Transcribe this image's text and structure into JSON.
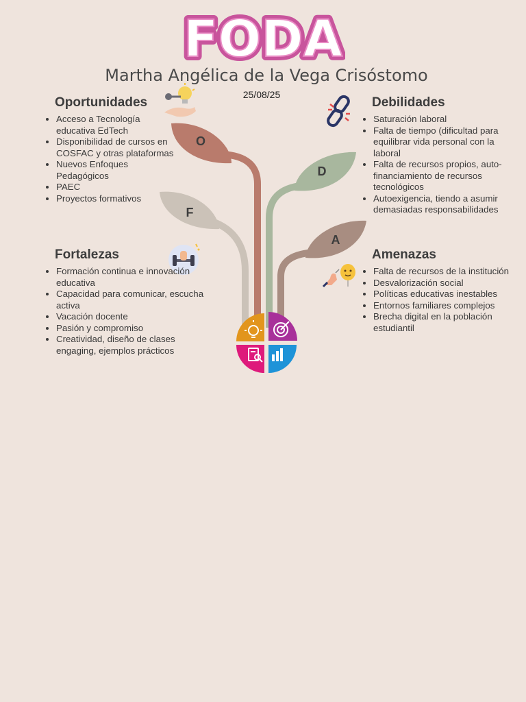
{
  "title": "FODA",
  "author": "Martha Angélica de la Vega Crisóstomo",
  "date": "25/08/25",
  "colors": {
    "background": "#efe4dd",
    "title_fill": "#ffffff",
    "title_outline": "#c8549c",
    "leaf_o": "#b97b6c",
    "leaf_d": "#a8b79e",
    "leaf_f": "#cbc2b8",
    "leaf_a": "#a88d81",
    "quad_orange": "#e2951d",
    "quad_purple": "#a8309a",
    "quad_pink": "#de1a7b",
    "quad_blue": "#1e93d8"
  },
  "leaves": {
    "o": "O",
    "d": "D",
    "f": "F",
    "a": "A"
  },
  "oportunidades": {
    "heading": "Oportunidades",
    "icon": "lightbulb-key-hand-icon",
    "items": [
      "Acceso a Tecnología educativa EdTech",
      "Disponibilidad de cursos en COSFAC y otras plataformas",
      "Nuevos Enfoques Pedagógicos",
      "PAEC",
      "Proyectos formativos"
    ]
  },
  "debilidades": {
    "heading": "Debilidades",
    "icon": "broken-chain-icon",
    "items": [
      "Saturación laboral",
      "Falta de tiempo (dificultad para equilibrar vida personal  con la laboral",
      "Falta de recursos propios, auto-financiamiento de recursos tecnológicos",
      "Autoexigencia, tiendo a asumir demasiadas responsabilidades"
    ]
  },
  "fortalezas": {
    "heading": "Fortalezas",
    "icon": "dumbbell-fist-icon",
    "items": [
      "Formación continua e innovación educativa",
      "Capacidad para comunicar, escucha activa",
      "Vacación docente",
      "Pasión y compromiso",
      "Creatividad, diseño de clases engaging, ejemplos prácticos"
    ]
  },
  "amenazas": {
    "heading": "Amenazas",
    "icon": "hand-balloon-pin-icon",
    "items": [
      "Falta de recursos de la institución",
      "Desvalorización social",
      "Políticas educativas inestables",
      "Entornos familiares complejos",
      "Brecha digital en la población estudiantil"
    ]
  }
}
